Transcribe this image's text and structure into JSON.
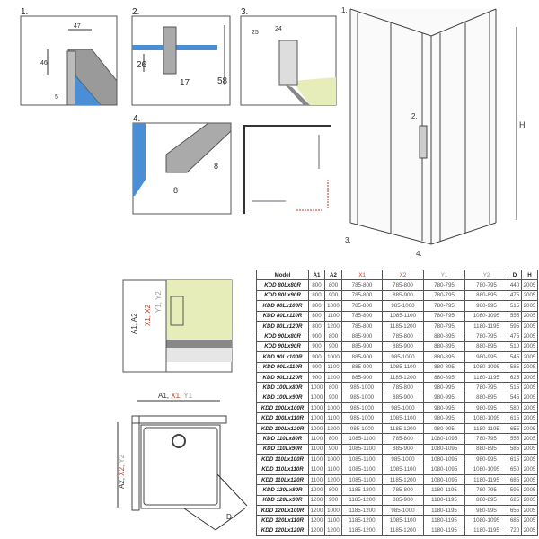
{
  "details": {
    "d1": {
      "label": "1.",
      "width": "47",
      "height": "46",
      "gap": "5"
    },
    "d2": {
      "label": "2.",
      "h1": "26",
      "w": "17",
      "h2": "58"
    },
    "d3": {
      "label": "3.",
      "a": "25",
      "b": "24"
    },
    "d4": {
      "label": "4.",
      "w": "8",
      "h": "8"
    }
  },
  "main_view": {
    "callouts": [
      "1.",
      "2.",
      "3.",
      "4."
    ],
    "height_label": "H"
  },
  "section_view": {
    "labels": {
      "a": "A1, A2",
      "x": "X1, X2",
      "y": "Y1, Y2"
    }
  },
  "plan_view": {
    "top_a": "A1,",
    "top_x": "X1,",
    "top_y": "Y1",
    "side_a": "A2,",
    "side_x": "X2,",
    "side_y": "Y2",
    "diag": "D"
  },
  "colors": {
    "red": "#c0392b",
    "glass": "#4a8fd6",
    "wall": "#e6edb8"
  },
  "table": {
    "headers": [
      "Model",
      "A1",
      "A2",
      "X1",
      "X2",
      "Y1",
      "Y2",
      "D",
      "H"
    ],
    "rows": [
      [
        "KDD 80Lx80R",
        "800",
        "800",
        "785-800",
        "785-800",
        "780-795",
        "780-795",
        "440",
        "2005"
      ],
      [
        "KDD 80Lx90R",
        "800",
        "900",
        "785-800",
        "885-900",
        "780-795",
        "880-895",
        "475",
        "2005"
      ],
      [
        "KDD 80Lx100R",
        "800",
        "1000",
        "785-800",
        "985-1000",
        "780-795",
        "980-995",
        "515",
        "2005"
      ],
      [
        "KDD 80Lx110R",
        "800",
        "1100",
        "785-800",
        "1085-1100",
        "780-795",
        "1080-1095",
        "555",
        "2005"
      ],
      [
        "KDD 80Lx120R",
        "800",
        "1200",
        "785-800",
        "1185-1200",
        "780-795",
        "1180-1195",
        "595",
        "2005"
      ],
      [
        "KDD 90Lx80R",
        "900",
        "800",
        "885-900",
        "785-800",
        "880-895",
        "780-795",
        "475",
        "2005"
      ],
      [
        "KDD 90Lx90R",
        "900",
        "900",
        "885-900",
        "885-900",
        "880-895",
        "880-895",
        "510",
        "2005"
      ],
      [
        "KDD 90Lx100R",
        "900",
        "1000",
        "885-900",
        "985-1000",
        "880-895",
        "980-995",
        "545",
        "2005"
      ],
      [
        "KDD 90Lx110R",
        "900",
        "1100",
        "885-900",
        "1085-1100",
        "880-895",
        "1080-1095",
        "585",
        "2005"
      ],
      [
        "KDD 90Lx120R",
        "900",
        "1200",
        "885-900",
        "1185-1200",
        "880-895",
        "1180-1195",
        "625",
        "2005"
      ],
      [
        "KDD 100Lx80R",
        "1000",
        "800",
        "985-1000",
        "785-800",
        "980-995",
        "780-795",
        "515",
        "2005"
      ],
      [
        "KDD 100Lx90R",
        "1000",
        "900",
        "985-1000",
        "885-900",
        "980-995",
        "880-895",
        "545",
        "2005"
      ],
      [
        "KDD 100Lx100R",
        "1000",
        "1000",
        "985-1000",
        "985-1000",
        "980-995",
        "980-995",
        "580",
        "2005"
      ],
      [
        "KDD 100Lx110R",
        "1000",
        "1100",
        "985-1000",
        "1085-1100",
        "980-995",
        "1080-1095",
        "615",
        "2005"
      ],
      [
        "KDD 100Lx120R",
        "1000",
        "1200",
        "985-1000",
        "1185-1200",
        "980-995",
        "1180-1195",
        "655",
        "2005"
      ],
      [
        "KDD 110Lx80R",
        "1100",
        "800",
        "1085-1100",
        "785-800",
        "1080-1095",
        "780-795",
        "555",
        "2005"
      ],
      [
        "KDD 110Lx90R",
        "1100",
        "900",
        "1085-1100",
        "885-900",
        "1080-1095",
        "880-895",
        "585",
        "2005"
      ],
      [
        "KDD 110Lx100R",
        "1100",
        "1000",
        "1085-1100",
        "985-1000",
        "1080-1095",
        "980-995",
        "615",
        "2005"
      ],
      [
        "KDD 110Lx110R",
        "1100",
        "1100",
        "1085-1100",
        "1085-1100",
        "1080-1095",
        "1080-1095",
        "650",
        "2005"
      ],
      [
        "KDD 110Lx120R",
        "1100",
        "1200",
        "1085-1100",
        "1185-1200",
        "1080-1095",
        "1180-1195",
        "685",
        "2005"
      ],
      [
        "KDD 120Lx80R",
        "1200",
        "800",
        "1185-1200",
        "785-800",
        "1180-1195",
        "780-795",
        "595",
        "2005"
      ],
      [
        "KDD 120Lx90R",
        "1200",
        "900",
        "1185-1200",
        "885-900",
        "1180-1195",
        "880-895",
        "625",
        "2005"
      ],
      [
        "KDD 120Lx100R",
        "1200",
        "1000",
        "1185-1200",
        "985-1000",
        "1180-1195",
        "980-995",
        "655",
        "2005"
      ],
      [
        "KDD 120Lx110R",
        "1200",
        "1100",
        "1185-1200",
        "1085-1100",
        "1180-1195",
        "1080-1095",
        "685",
        "2005"
      ],
      [
        "KDD 120Lx120R",
        "1200",
        "1200",
        "1185-1200",
        "1185-1200",
        "1180-1195",
        "1180-1195",
        "720",
        "2005"
      ]
    ]
  }
}
